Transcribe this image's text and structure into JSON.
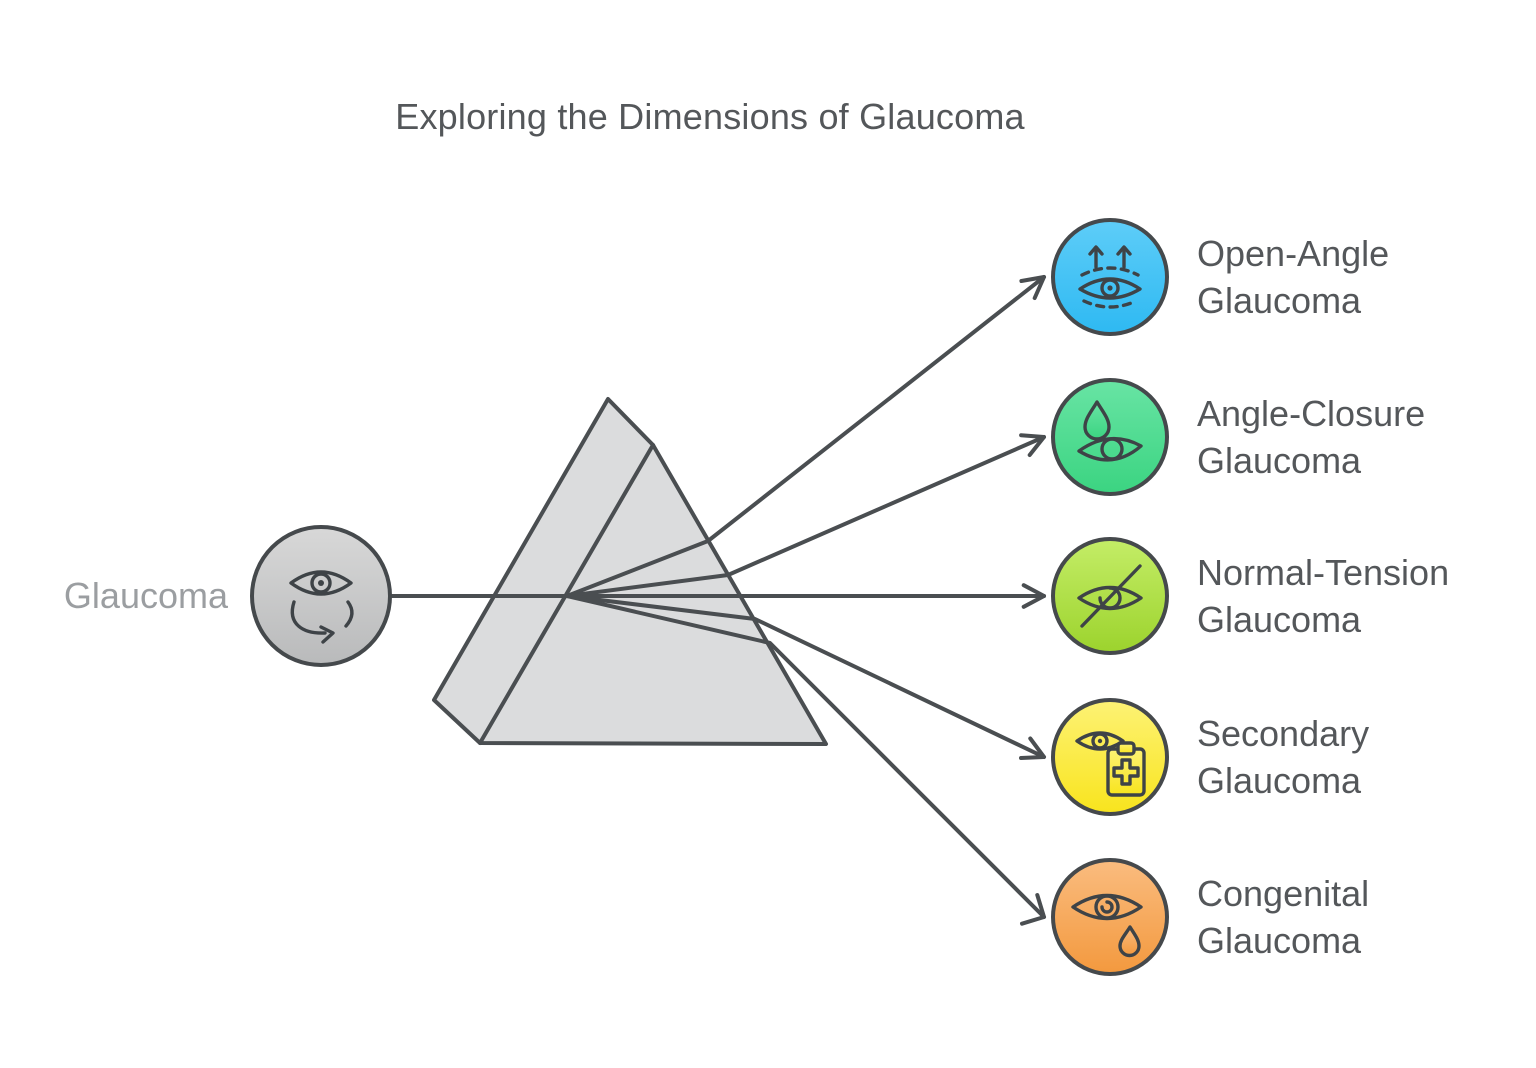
{
  "title": "Exploring the Dimensions of Glaucoma",
  "source": {
    "label": "Glaucoma",
    "icon": "eye-rotation-icon",
    "fill_top": "#d8d8d8",
    "fill_bottom": "#b9babb"
  },
  "prism": {
    "shape": "triangular-prism",
    "fill": "#dbdcdd"
  },
  "items": [
    {
      "line1": "Open-Angle",
      "line2": "Glaucoma",
      "icon": "eye-pressure-arrows-icon",
      "fill_top": "#5ecdf8",
      "fill_bottom": "#2eb9f2"
    },
    {
      "line1": "Angle-Closure",
      "line2": "Glaucoma",
      "icon": "eye-droplet-icon",
      "fill_top": "#68e4a4",
      "fill_bottom": "#3bd481"
    },
    {
      "line1": "Normal-Tension",
      "line2": "Glaucoma",
      "icon": "eye-slash-icon",
      "fill_top": "#c4ed67",
      "fill_bottom": "#9cd32d"
    },
    {
      "line1": "Secondary",
      "line2": "Glaucoma",
      "icon": "eye-clipboard-icon",
      "fill_top": "#fdf275",
      "fill_bottom": "#f8e41d"
    },
    {
      "line1": "Congenital",
      "line2": "Glaucoma",
      "icon": "eye-teardrop-icon",
      "fill_top": "#fabc7f",
      "fill_bottom": "#f3993e"
    }
  ],
  "colors": {
    "line_stroke": "#4a4e51",
    "icon_stroke": "#3e4347",
    "text": "#54575a",
    "muted_text": "#9b9ea1",
    "background": "#ffffff"
  }
}
